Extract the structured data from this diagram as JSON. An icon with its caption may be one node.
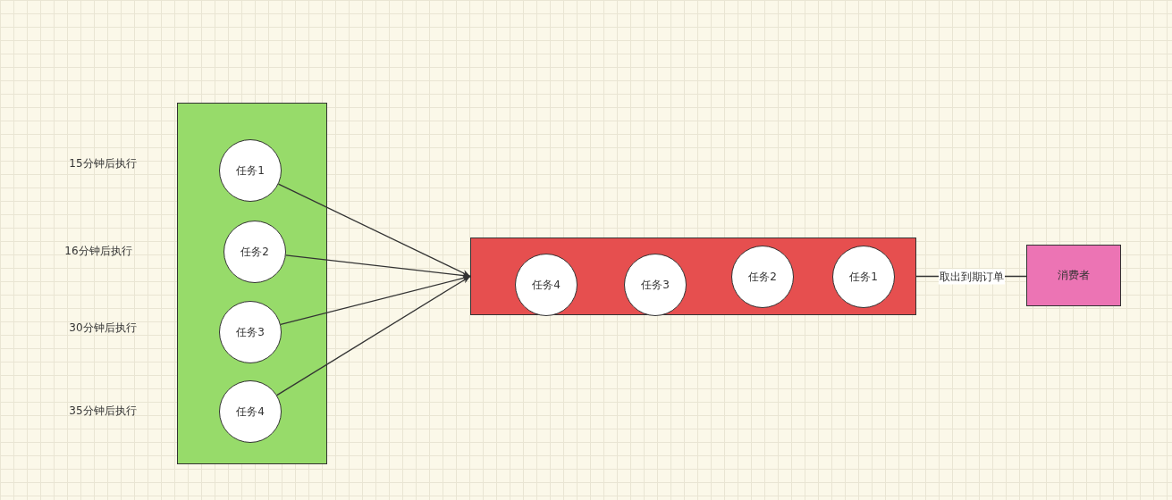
{
  "diagram": {
    "nodes": [
      {
        "text": [],
        "shape": "box"
      },
      {
        "text": [
          "任务1"
        ],
        "in": 0
      },
      {
        "text": [
          "任务2"
        ],
        "in": 0
      },
      {
        "text": [
          "任务3"
        ],
        "in": 0
      },
      {
        "text": [
          "任务4"
        ],
        "in": 0
      },
      {
        "text": [],
        "shape": "box"
      },
      {
        "text": [
          "任务4"
        ],
        "in": 5
      },
      {
        "text": [
          "任务3"
        ],
        "in": 5
      },
      {
        "text": [
          "任务2"
        ],
        "in": 5
      },
      {
        "text": [
          "任务1"
        ],
        "in": 5
      },
      {
        "text": [
          "消费者"
        ]
      }
    ],
    "edges": [
      {
        "from": 1,
        "to": 5,
        "arrow": "to"
      },
      {
        "from": 2,
        "to": 5,
        "arrow": "to"
      },
      {
        "from": 3,
        "to": 5,
        "arrow": "to"
      },
      {
        "from": 4,
        "to": 5,
        "arrow": "to"
      },
      {
        "from": 5,
        "to": 10,
        "arrow": "none",
        "label": "取出到期订单"
      }
    ],
    "labels": [
      "15分钟后执行",
      "16分钟后执行",
      "30分钟后执行",
      "35分钟后执行"
    ]
  }
}
